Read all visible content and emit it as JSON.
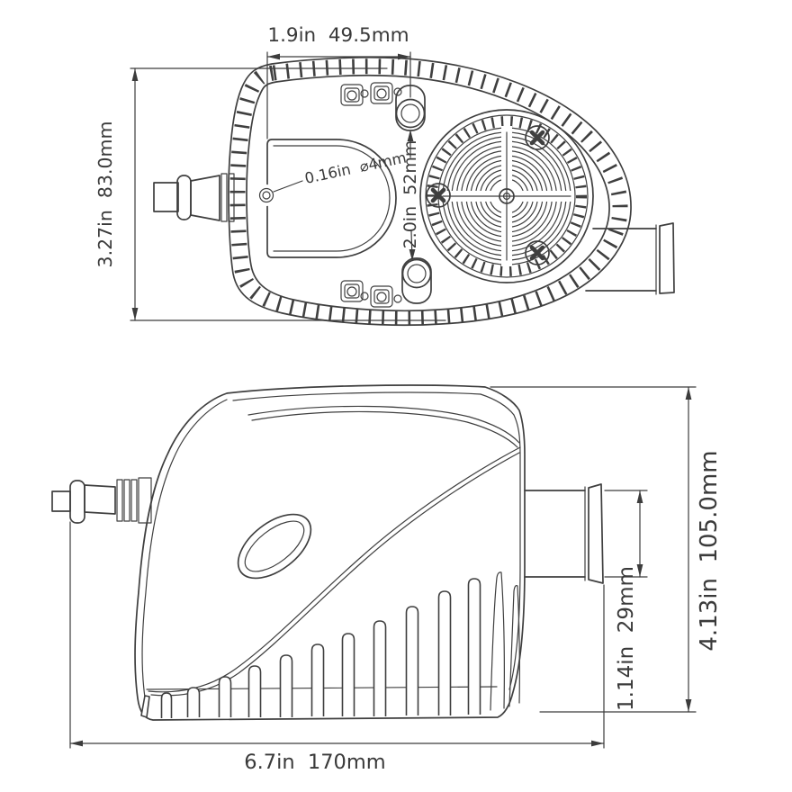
{
  "drawing": {
    "background": "#ffffff",
    "line_color": "#3f3f3f",
    "text_color": "#3a3a3a",
    "top_view": {
      "dim_hole_offset": "1.9in  49.5mm",
      "dim_body_width": "3.27in  83.0mm",
      "dim_pilot_hole": "0.16in  ⌀4mm",
      "dim_hole_spacing": "2.0in  52mm"
    },
    "side_view": {
      "dim_overall_height": "4.13in  105.0mm",
      "dim_outlet_diameter": "1.14in  29mm",
      "dim_overall_length": "6.7in  170mm"
    }
  }
}
